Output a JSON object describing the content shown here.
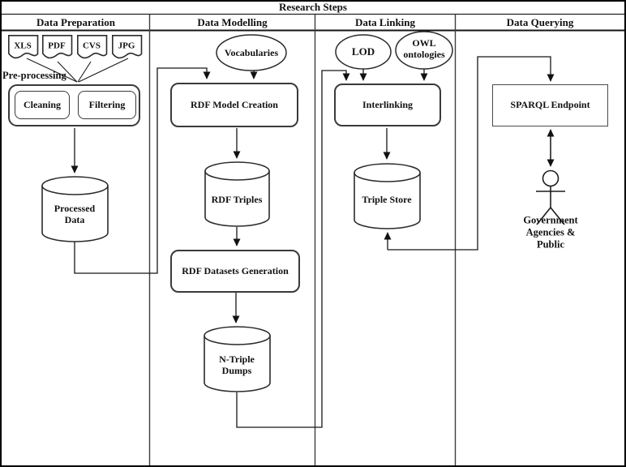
{
  "header": {
    "title": "Research Steps",
    "columns": [
      {
        "label": "Data Preparation"
      },
      {
        "label": "Data Modelling"
      },
      {
        "label": "Data Linking"
      },
      {
        "label": "Data Querying"
      }
    ]
  },
  "preparation": {
    "documents": [
      {
        "label": "XLS"
      },
      {
        "label": "PDF"
      },
      {
        "label": "CVS"
      },
      {
        "label": "JPG"
      }
    ],
    "preprocessing_title": "Pre-processing",
    "cleaning": "Cleaning",
    "filtering": "Filtering",
    "processed_data": "Processed\nData"
  },
  "modelling": {
    "vocabularies": "Vocabularies",
    "rdf_model_creation": "RDF Model Creation",
    "rdf_triples": "RDF Triples",
    "rdf_datasets_generation": "RDF Datasets Generation",
    "n_triple_dumps": "N-Triple\nDumps"
  },
  "linking": {
    "lod": "LOD",
    "owl_ontologies": "OWL\nontologies",
    "interlinking": "Interlinking",
    "triple_store": "Triple Store"
  },
  "querying": {
    "sparql_endpoint": "SPARQL Endpoint",
    "actor_label": "Government Agencies & Public"
  },
  "colors": {
    "background": "#ffffff",
    "line": "#161616",
    "text": "#111111"
  }
}
